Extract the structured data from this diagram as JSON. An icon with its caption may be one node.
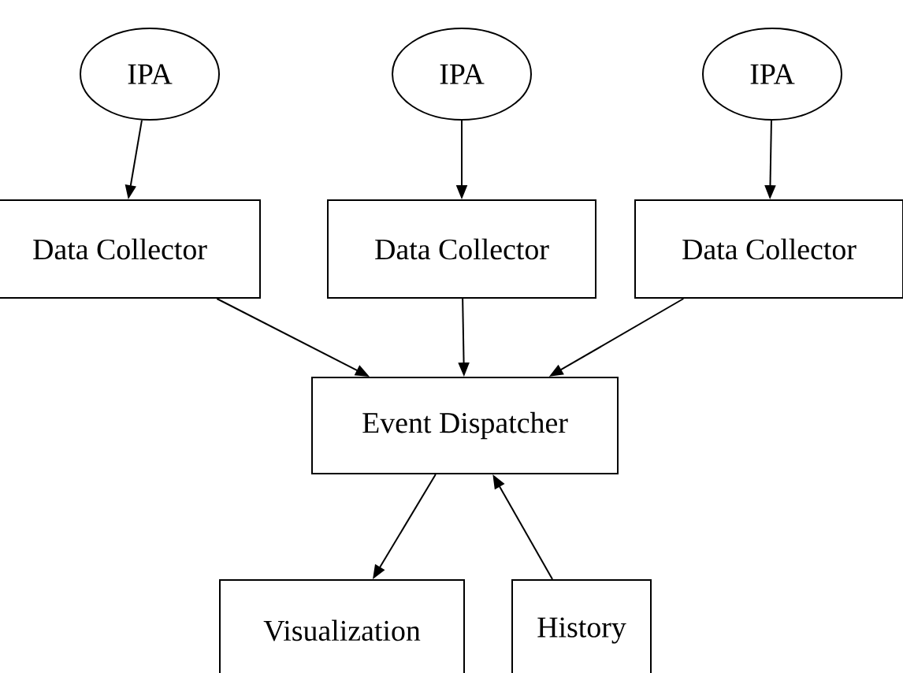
{
  "diagram": {
    "nodes": [
      {
        "text": [
          "IPA"
        ]
      },
      {
        "text": [
          "IPA"
        ]
      },
      {
        "text": [
          "IPA"
        ]
      },
      {
        "text": [
          "Data Collector"
        ]
      },
      {
        "text": [
          "Data Collector"
        ]
      },
      {
        "text": [
          "Data Collector"
        ]
      },
      {
        "text": [
          "Event Dispatcher"
        ]
      },
      {
        "text": [
          "Visualization"
        ]
      },
      {
        "text": [
          "History"
        ]
      }
    ],
    "edges": [
      {
        "from": 0,
        "to": 3,
        "arrow": "to"
      },
      {
        "from": 1,
        "to": 4,
        "arrow": "to"
      },
      {
        "from": 2,
        "to": 5,
        "arrow": "to"
      },
      {
        "from": 3,
        "to": 6,
        "arrow": "to"
      },
      {
        "from": 4,
        "to": 6,
        "arrow": "to"
      },
      {
        "from": 5,
        "to": 6,
        "arrow": "to"
      },
      {
        "from": 6,
        "to": 7,
        "arrow": "to"
      },
      {
        "from": 8,
        "to": 6,
        "arrow": "to"
      }
    ]
  }
}
